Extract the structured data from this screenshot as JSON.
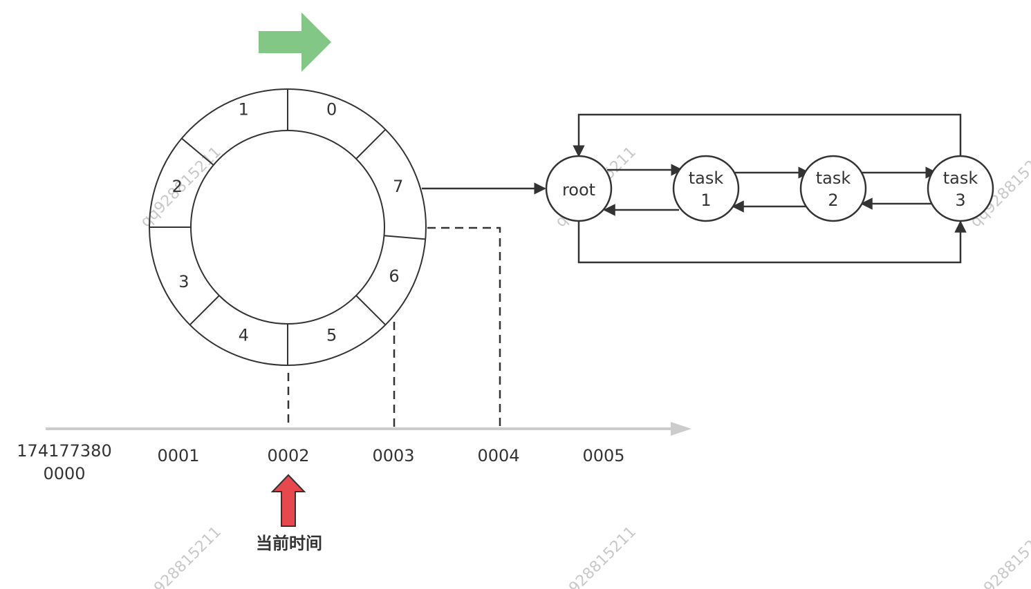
{
  "wheel": {
    "direction_arrow_color": "#82c785",
    "slots": [
      {
        "label": "0"
      },
      {
        "label": "1"
      },
      {
        "label": "2"
      },
      {
        "label": "3"
      },
      {
        "label": "4"
      },
      {
        "label": "5"
      },
      {
        "label": "6"
      },
      {
        "label": "7"
      }
    ]
  },
  "task_list": {
    "nodes": [
      {
        "id": "root",
        "lines": [
          "root"
        ]
      },
      {
        "id": "task1",
        "lines": [
          "task",
          "1"
        ]
      },
      {
        "id": "task2",
        "lines": [
          "task",
          "2"
        ]
      },
      {
        "id": "task3",
        "lines": [
          "task",
          "3"
        ]
      }
    ]
  },
  "timeline": {
    "axis_color": "#cccccc",
    "ticks": [
      {
        "lines": [
          "174177380",
          "0000"
        ]
      },
      {
        "lines": [
          "0001"
        ]
      },
      {
        "lines": [
          "0002"
        ]
      },
      {
        "lines": [
          "0003"
        ]
      },
      {
        "lines": [
          "0004"
        ]
      },
      {
        "lines": [
          "0005"
        ]
      }
    ],
    "current_marker": {
      "label": "当前时间",
      "tick_index": 2,
      "color": "#e5484d"
    }
  },
  "watermark": {
    "text": "qq928815211"
  }
}
